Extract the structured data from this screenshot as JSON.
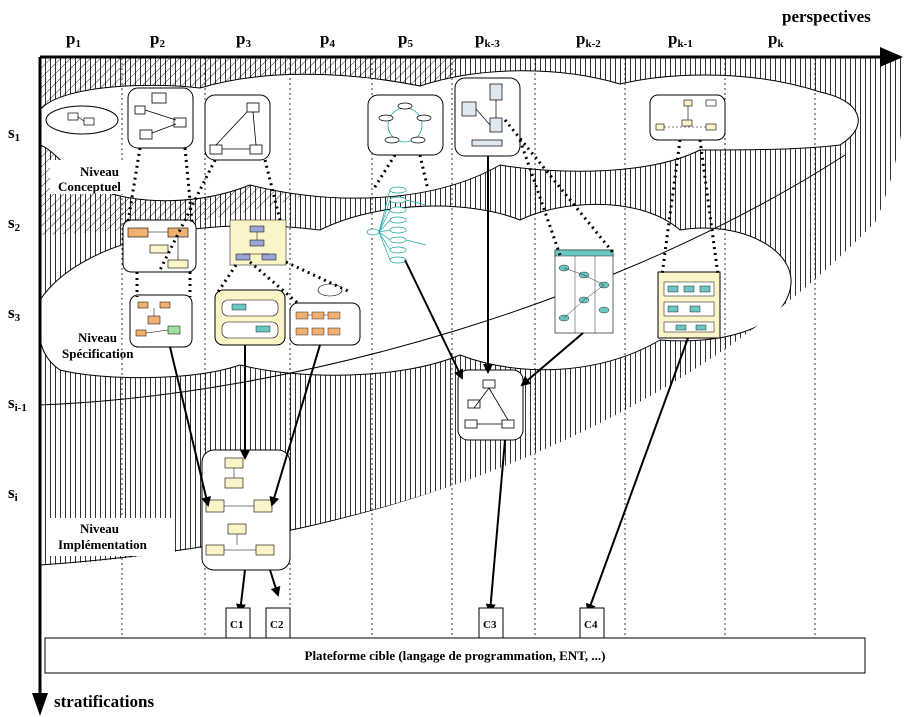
{
  "axes": {
    "horizontal_label": "perspectives",
    "vertical_label": "stratifications"
  },
  "perspectives": [
    {
      "base": "p",
      "sub": "1"
    },
    {
      "base": "p",
      "sub": "2"
    },
    {
      "base": "p",
      "sub": "3"
    },
    {
      "base": "p",
      "sub": "4"
    },
    {
      "base": "p",
      "sub": "5"
    },
    {
      "base": "p",
      "sub": "k-3"
    },
    {
      "base": "p",
      "sub": "k-2"
    },
    {
      "base": "p",
      "sub": "k-1"
    },
    {
      "base": "p",
      "sub": "k"
    }
  ],
  "stratifications": [
    {
      "base": "s",
      "sub": "1"
    },
    {
      "base": "s",
      "sub": "2"
    },
    {
      "base": "s",
      "sub": "3"
    },
    {
      "base": "s",
      "sub": "i-1"
    },
    {
      "base": "s",
      "sub": "i"
    }
  ],
  "levels": {
    "conceptual": {
      "line1": "Niveau",
      "line2": "Conceptuel"
    },
    "specification": {
      "line1": "Niveau",
      "line2": "Spécification"
    },
    "implementation": {
      "line1": "Niveau",
      "line2": "Implémentation"
    }
  },
  "components": [
    "C1",
    "C2",
    "C3",
    "C4"
  ],
  "platform_label": "Plateforme cible (langage de programmation, ENT, ...)",
  "colors": {
    "stroke": "#000000",
    "teal": "#1aa3a3",
    "beige": "#fbf4c8",
    "orange": "#f0b070",
    "teal_box": "#6cc6c0"
  }
}
